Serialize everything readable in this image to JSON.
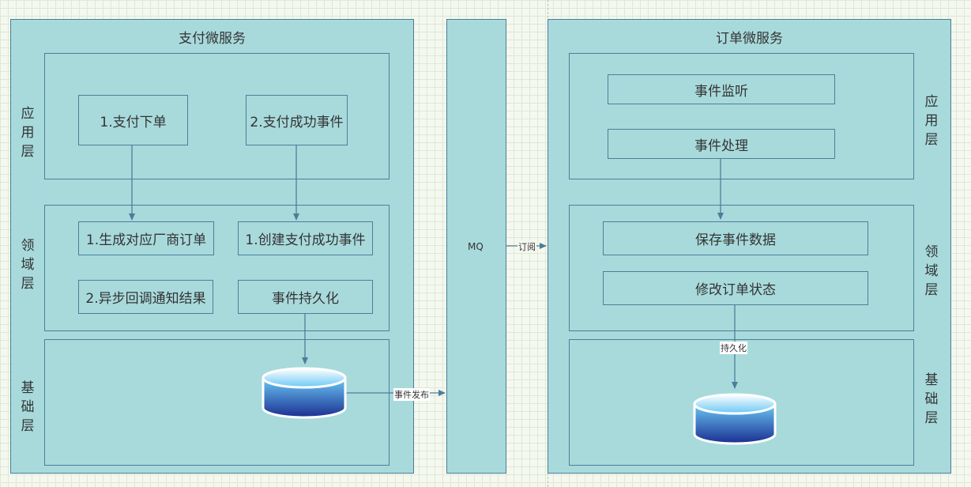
{
  "payment": {
    "title": "支付微服务",
    "layers": {
      "app": "应用层",
      "domain": "领域层",
      "infra": "基础层"
    },
    "app_nodes": [
      "1.支付下单",
      "2.支付成功事件"
    ],
    "domain_nodes": [
      "1.生成对应厂商订单",
      "1.创建支付成功事件",
      "2.异步回调通知结果",
      "事件持久化"
    ]
  },
  "mq": {
    "label": "MQ"
  },
  "order": {
    "title": "订单微服务",
    "layers": {
      "app": "应用层",
      "domain": "领域层",
      "infra": "基础层"
    },
    "app_nodes": [
      "事件监听",
      "事件处理"
    ],
    "domain_nodes": [
      "保存事件数据",
      "修改订单状态"
    ]
  },
  "edges": {
    "publish": "事件发布",
    "subscribe": "订阅",
    "persist": "持久化"
  },
  "colors": {
    "panel": "#a8dadc",
    "stroke": "#4a7f99",
    "db_top": "#6ac8f5",
    "db_bottom": "#1b2e91"
  }
}
